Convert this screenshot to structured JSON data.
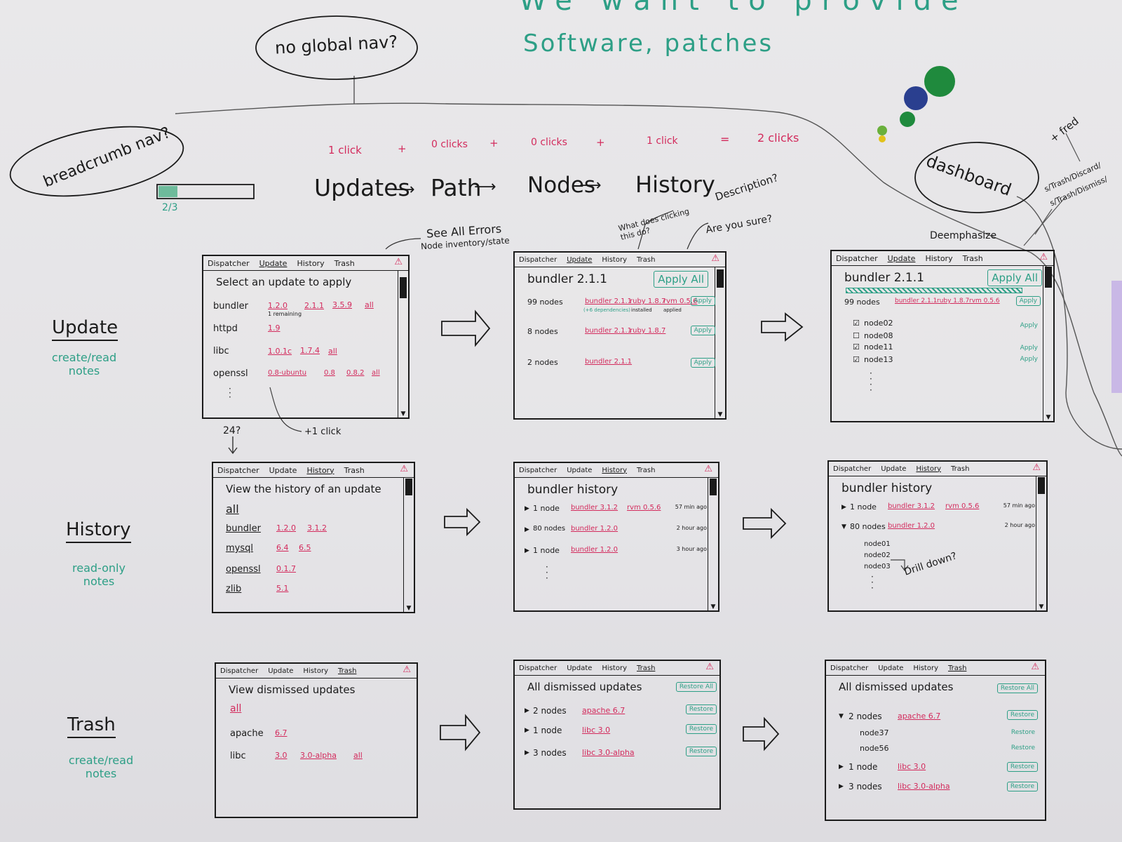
{
  "top": {
    "line1": "We want to provide",
    "line2": "Software, patches"
  },
  "clouds": {
    "no_global_nav": "no global nav?",
    "breadcrumb_nav": "breadcrumb nav?",
    "dashboard": "dashboard"
  },
  "progress": {
    "label": "2/3",
    "fraction": 0.667
  },
  "clicks": {
    "c1": "1 click",
    "plus1": "+",
    "c2": "0 clicks",
    "plus2": "+",
    "c3": "0 clicks",
    "plus3": "+",
    "c4": "1 click",
    "eq": "=",
    "total": "2 clicks"
  },
  "flow": {
    "s1": "Updates",
    "s2": "Path",
    "s3": "Nodes",
    "s4": "History"
  },
  "notes": {
    "see_all_errors": "See All Errors",
    "node_inventory": "Node inventory/state",
    "what_does": "What does clicking this do?",
    "description": "Description?",
    "are_you_sure": "Are you sure?",
    "deemphasize": "Deemphasize",
    "plus_fred": "+ fred",
    "trash_discard_1": "s/Trash/Discard/",
    "trash_discard_2": "s/Trash/Dismiss/",
    "count_24": "24?",
    "plus_one_click": "+1 click",
    "drill_down": "Drill down?"
  },
  "sections": {
    "update": {
      "title": "Update",
      "note": "create/read notes"
    },
    "history": {
      "title": "History",
      "note": "read-only notes"
    },
    "trash": {
      "title": "Trash",
      "note": "create/read notes"
    }
  },
  "menu": {
    "app": "Dispatcher",
    "update": "Update",
    "history": "History",
    "trash": "Trash",
    "alert": "⚠"
  },
  "w1": {
    "title": "Select an update to apply",
    "rows": [
      {
        "name": "bundler",
        "v": [
          "1.2.0",
          "2.1.1",
          "3.5.9",
          "all"
        ],
        "sub": "1 remaining"
      },
      {
        "name": "httpd",
        "v": [
          "1.9"
        ]
      },
      {
        "name": "libc",
        "v": [
          "1.0.1c",
          "1.7.4",
          "all"
        ]
      },
      {
        "name": "openssl",
        "v": [
          "0.8-ubuntu",
          "0.8",
          "0.8.2",
          "all"
        ]
      }
    ]
  },
  "w2": {
    "title": "bundler 2.1.1",
    "apply_all": "Apply All",
    "apply": "Apply",
    "rows": [
      {
        "count": "99 nodes",
        "p": [
          "bundler 2.1.1",
          "ruby 1.8.7",
          "rvm 0.5.6"
        ],
        "sub1": "(+6 dependencies)",
        "sub2": "installed",
        "sub3": "applied"
      },
      {
        "count": "8 nodes",
        "p": [
          "bundler 2.1.1",
          "ruby 1.8.7"
        ]
      },
      {
        "count": "2 nodes",
        "p": [
          "bundler 2.1.1"
        ]
      }
    ]
  },
  "w3": {
    "title": "bundler 2.1.1",
    "apply_all": "Apply All",
    "apply": "Apply",
    "count": "99 nodes",
    "p": [
      "bundler 2.1.1",
      "ruby 1.8.7",
      "rvm 0.5.6"
    ],
    "nodes": [
      "node02",
      "node08",
      "node11",
      "node13"
    ]
  },
  "w4": {
    "title": "View the history of an update",
    "all": "all",
    "rows": [
      {
        "name": "bundler",
        "v": [
          "1.2.0",
          "3.1.2"
        ]
      },
      {
        "name": "mysql",
        "v": [
          "6.4",
          "6.5"
        ]
      },
      {
        "name": "openssl",
        "v": [
          "0.1.7"
        ]
      },
      {
        "name": "zlib",
        "v": [
          "5.1"
        ]
      }
    ]
  },
  "w5": {
    "title": "bundler history",
    "rows": [
      {
        "count": "1 node",
        "p": [
          "bundler 3.1.2",
          "rvm 0.5.6"
        ],
        "t": "57 min ago"
      },
      {
        "count": "80 nodes",
        "p": [
          "bundler 1.2.0"
        ],
        "t": "2 hour ago"
      },
      {
        "count": "1 node",
        "p": [
          "bundler 1.2.0"
        ],
        "t": "3 hour ago"
      }
    ]
  },
  "w6": {
    "title": "bundler history",
    "rows": [
      {
        "count": "1 node",
        "p": [
          "bundler 3.1.2",
          "rvm 0.5.6"
        ],
        "t": "57 min ago"
      },
      {
        "count": "80 nodes",
        "p": [
          "bundler 1.2.0"
        ],
        "t": "2 hour ago"
      }
    ],
    "nodes": [
      "node01",
      "node02",
      "node03"
    ]
  },
  "w7": {
    "title": "View dismissed updates",
    "all": "all",
    "rows": [
      {
        "name": "apache",
        "v": [
          "6.7"
        ]
      },
      {
        "name": "libc",
        "v": [
          "3.0",
          "3.0-alpha",
          "all"
        ]
      }
    ]
  },
  "w8": {
    "title": "All dismissed updates",
    "restore_all": "Restore All",
    "restore": "Restore",
    "rows": [
      {
        "count": "2 nodes",
        "p": "apache 6.7"
      },
      {
        "count": "1 node",
        "p": "libc 3.0"
      },
      {
        "count": "3 nodes",
        "p": "libc 3.0-alpha"
      }
    ]
  },
  "w9": {
    "title": "All dismissed updates",
    "restore_all": "Restore All",
    "restore": "Restore",
    "r1": {
      "count": "2 nodes",
      "p": "apache 6.7"
    },
    "nodes": [
      "node37",
      "node56"
    ],
    "r2": {
      "count": "1 node",
      "p": "libc 3.0"
    },
    "r3": {
      "count": "3 nodes",
      "p": "libc 3.0-alpha"
    }
  }
}
